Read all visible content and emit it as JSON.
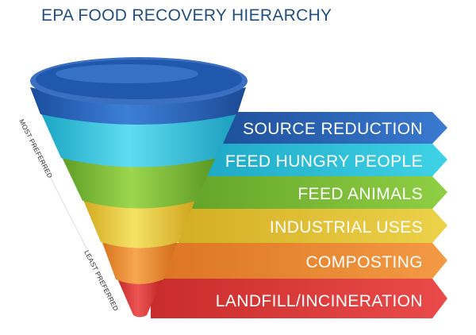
{
  "title": "EPA FOOD RECOVERY HIERARCHY",
  "axis": {
    "top": "MOST PREFERRED",
    "bottom": "LEAST PREFERRED"
  },
  "tiers": [
    {
      "label": "SOURCE REDUCTION",
      "color": "#2a63b8"
    },
    {
      "label": "FEED HUNGRY PEOPLE",
      "color": "#2fc3d9"
    },
    {
      "label": "FEED ANIMALS",
      "color": "#82c13c"
    },
    {
      "label": "INDUSTRIAL USES",
      "color": "#e7c93a"
    },
    {
      "label": "COMPOSTING",
      "color": "#ef8a2c"
    },
    {
      "label": "LANDFILL/INCINERATION",
      "color": "#e03b3b"
    }
  ]
}
